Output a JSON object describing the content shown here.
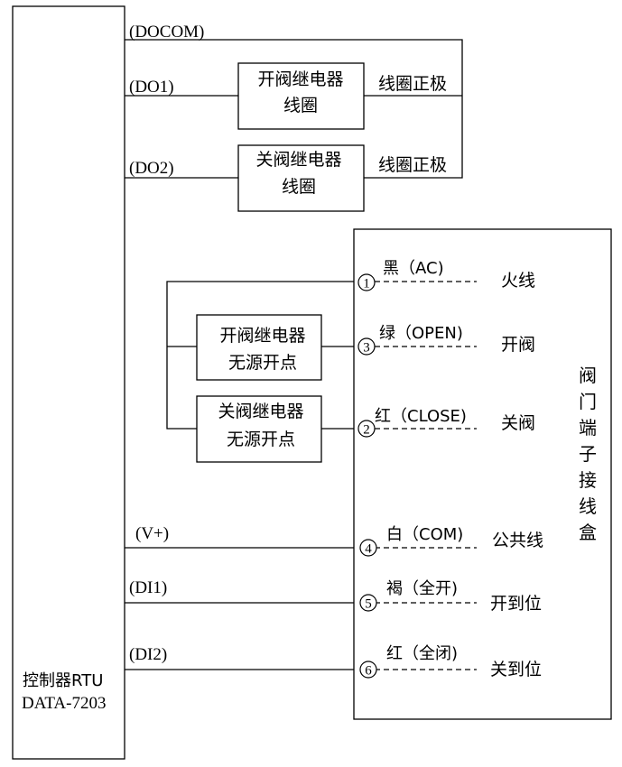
{
  "controller": {
    "name": "控制器RTU",
    "model": "DATA-7203"
  },
  "output_signals": {
    "docom": "(DOCOM)",
    "do1": "(DO1)",
    "do2": "(DO2)"
  },
  "coil_relays": [
    {
      "line1": "开阀继电器",
      "line2": "线圈",
      "terminal_label": "线圈正极"
    },
    {
      "line1": "关阀继电器",
      "line2": "线圈",
      "terminal_label": "线圈正极"
    }
  ],
  "contact_relays": [
    {
      "line1": "开阀继电器",
      "line2": "无源开点"
    },
    {
      "line1": "关阀继电器",
      "line2": "无源开点"
    }
  ],
  "input_signals": {
    "vplus": "(V+)",
    "di1": "(DI1)",
    "di2": "(DI2)"
  },
  "terminal_box": {
    "title_chars": [
      "阀",
      "门",
      "端",
      "子",
      "接",
      "线",
      "盒"
    ],
    "terminals": [
      {
        "number": "1",
        "wire": "黑（AC)",
        "function": "火线"
      },
      {
        "number": "3",
        "wire": "绿（OPEN)",
        "function": "开阀"
      },
      {
        "number": "2",
        "wire": "红（CLOSE)",
        "function": "关阀"
      },
      {
        "number": "4",
        "wire": "白（COM)",
        "function": "公共线"
      },
      {
        "number": "5",
        "wire": "褐（全开)",
        "function": "开到位"
      },
      {
        "number": "6",
        "wire": "红（全闭)",
        "function": "关到位"
      }
    ]
  }
}
